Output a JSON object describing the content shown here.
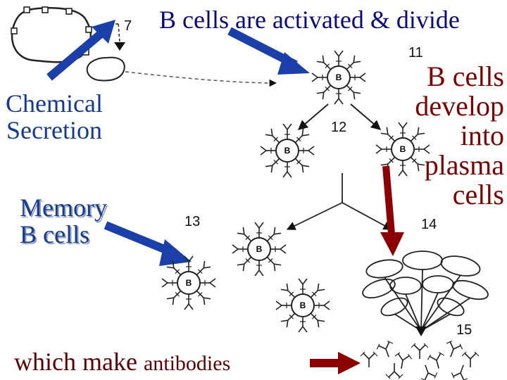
{
  "title": "B cells are activated & divide",
  "labels": {
    "chemical_line1": "Chemical",
    "chemical_line2": "Secretion",
    "memory_line1": "Memory",
    "memory_line2": "B cells",
    "plasma_line1": "B cells",
    "plasma_line2": "develop",
    "plasma_line3": "into",
    "plasma_line4": "plasma",
    "plasma_line5": "cells",
    "antibodies_a": "which make",
    "antibodies_b": "antibodies"
  },
  "step_numbers": {
    "n7": "7",
    "n11": "11",
    "n12": "12",
    "n13": "13",
    "n14": "14",
    "n15": "15"
  },
  "cell_letter": "B",
  "colors": {
    "blue_arrow": "#1a3fa8",
    "dark_red_arrow": "#8b0000",
    "title": "#0a0a7a"
  }
}
